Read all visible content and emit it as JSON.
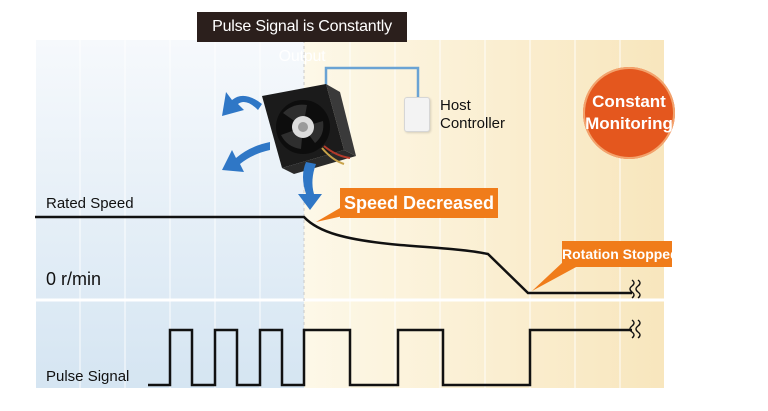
{
  "banner": {
    "text": "Pulse Signal is Constantly Output"
  },
  "host": {
    "line1": "Host",
    "line2": "Controller"
  },
  "badge": {
    "line1": "Constant",
    "line2": "Monitoring"
  },
  "labels": {
    "rated_speed": "Rated Speed",
    "zero_speed": "0 r/min",
    "pulse_signal": "Pulse Signal"
  },
  "callouts": {
    "speed_decreased": "Speed Decreased",
    "rotation_stopped": "Rotation Stopped"
  },
  "colors": {
    "normal_zone": "#dbe9f5",
    "decline_zone": "#fbf2d6",
    "callout_orange": "#f07c1a",
    "badge_red": "#e4571e",
    "arrow_blue": "#2f77c6",
    "signal_line": "#111111"
  },
  "icons": {
    "fan": "cooling-fan-icon",
    "host": "host-controller-icon",
    "continuation": "wavy-break-icon"
  }
}
